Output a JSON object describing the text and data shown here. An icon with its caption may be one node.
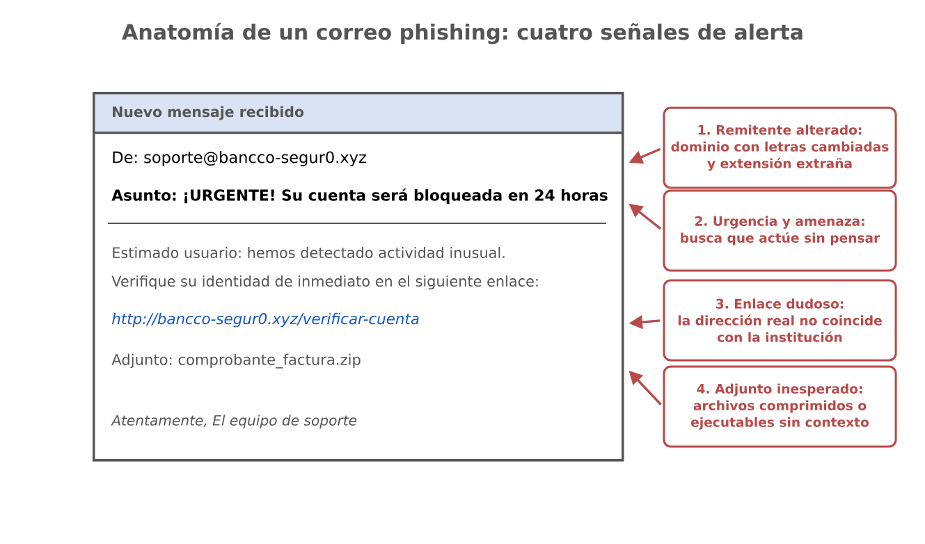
{
  "diagram": {
    "title": "Anatomía de un correo phishing: cuatro señales de alerta",
    "nodes": [
      {
        "text": [
          "Nuevo mensaje recibido"
        ]
      },
      {
        "text": [
          "1. Remitente alterado:",
          "dominio con letras cambiadas y extensión extraña"
        ]
      },
      {
        "text": [
          "2. Urgencia y amenaza:",
          "busca que actúe sin pensar"
        ]
      },
      {
        "text": [
          "3. Enlace dudoso:",
          "la dirección real no coincide con la institución"
        ]
      },
      {
        "text": [
          "4. Adjunto inesperado:",
          "archivos comprimidos o ejecutables sin contexto"
        ]
      }
    ],
    "edges": [
      {
        "from": 1,
        "to": 0,
        "arrow": "to"
      },
      {
        "from": 2,
        "to": 0,
        "arrow": "to"
      },
      {
        "from": 3,
        "to": 0,
        "arrow": "to"
      },
      {
        "from": 4,
        "to": 0,
        "arrow": "to"
      }
    ],
    "labels": [
      "De: soporte@bancco-segur0.xyz",
      "Asunto: ¡URGENTE! Su cuenta será bloqueada en 24 horas",
      "Estimado usuario: hemos detectado actividad inusual.",
      "Verifique su identidad de inmediato en el siguiente enlace:",
      "http://bancco-segur0.xyz/verificar-cuenta",
      "Adjunto: comprobante_factura.zip",
      "Atentamente, El equipo de soporte"
    ]
  }
}
